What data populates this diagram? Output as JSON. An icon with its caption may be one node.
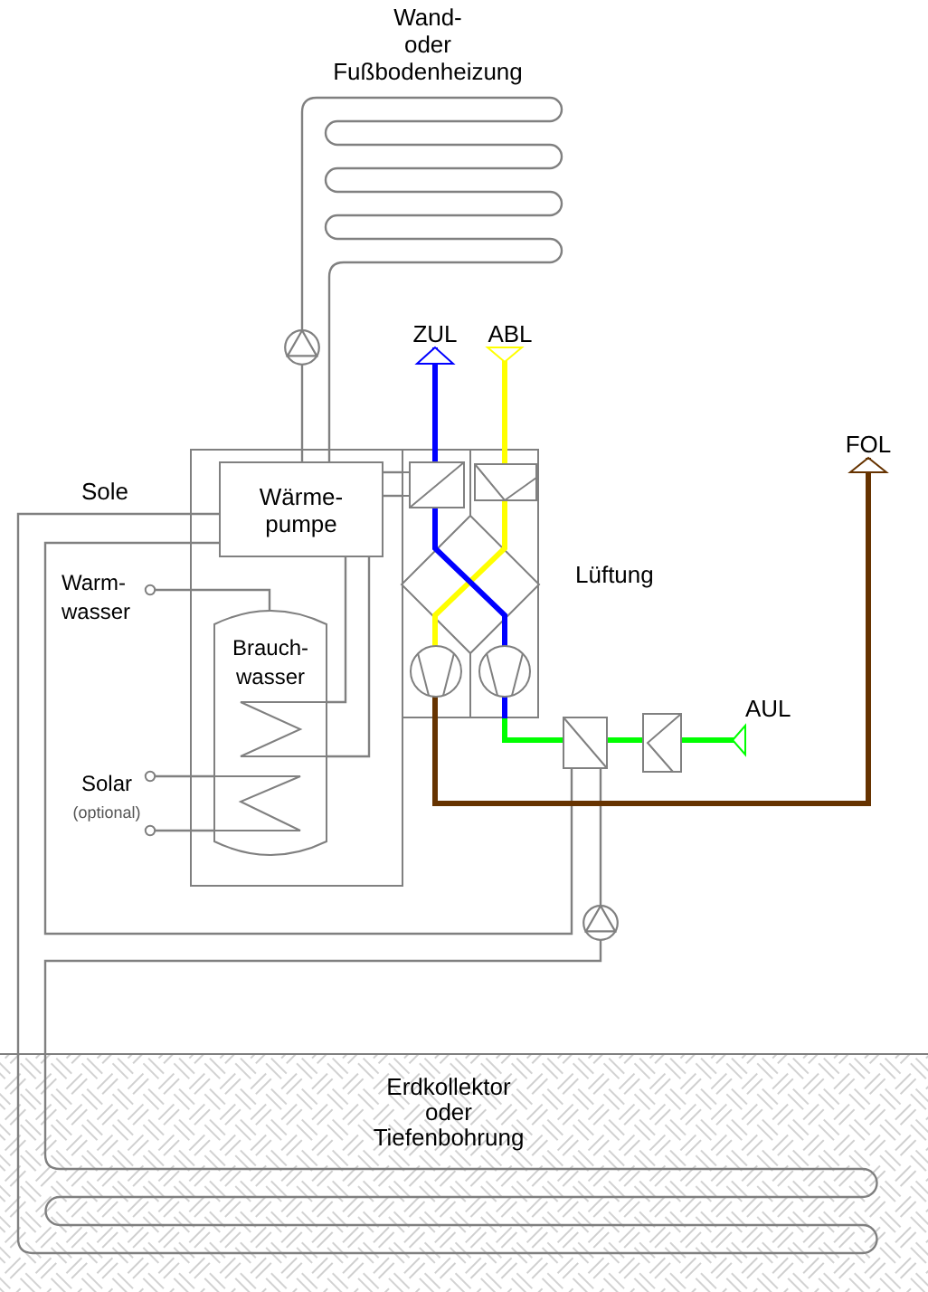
{
  "diagram": {
    "nodes": [
      {
        "text": [
          "Wand- oder Fußbodenheizung"
        ]
      },
      {
        "text": [
          "ZUL"
        ]
      },
      {
        "text": [
          "ABL"
        ]
      },
      {
        "text": [
          "FOL"
        ]
      },
      {
        "text": [],
        "shape": "box"
      },
      {
        "text": [
          "Wärme- pumpe"
        ],
        "in": 4
      },
      {
        "text": [],
        "shape": "box",
        "beside": [
          "Lüftung"
        ]
      },
      {
        "text": [
          "Warm- wasser"
        ]
      },
      {
        "text": [
          "Brauch- wasser"
        ],
        "in": 4
      },
      {
        "text": [
          "AUL"
        ]
      },
      {
        "text": [],
        "shape": "box"
      },
      {
        "text": [],
        "shape": "box"
      },
      {
        "text": [
          "Solar",
          "(optional)"
        ]
      },
      {
        "text": [],
        "shape": "picture",
        "beside": [
          "Erdkollektor oder Tiefenbohrung"
        ]
      }
    ],
    "edges": [
      {
        "from": 5,
        "to": 0,
        "arrow": "to"
      },
      {
        "from": 5,
        "to": 0,
        "arrow": "none"
      },
      {
        "from": 6,
        "to": 1,
        "arrow": "to",
        "style": "thick",
        "color": "#0000ff"
      },
      {
        "from": 6,
        "to": 2,
        "arrow": "other",
        "style": "thick",
        "color": "#ffff00"
      },
      {
        "from": 6,
        "to": 3,
        "arrow": "to",
        "style": "thick",
        "color": "#663300"
      },
      {
        "from": 5,
        "to": 6,
        "arrow": "none"
      },
      {
        "from": 5,
        "to": 6,
        "arrow": "none"
      },
      {
        "from": 5,
        "to": 13,
        "arrow": "none"
      },
      {
        "from": 5,
        "to": 10,
        "arrow": "none"
      },
      {
        "from": 13,
        "to": 10,
        "arrow": "to"
      },
      {
        "from": 8,
        "to": 7,
        "arrow": "other"
      },
      {
        "from": 5,
        "to": 8,
        "arrow": "none"
      },
      {
        "from": 5,
        "to": 8,
        "arrow": "none"
      },
      {
        "from": 6,
        "to": 10,
        "arrow": "none",
        "style": "thick",
        "color": "#00ff00"
      },
      {
        "from": 10,
        "to": 11,
        "arrow": "none",
        "style": "thick",
        "color": "#00ff00"
      },
      {
        "from": 11,
        "to": 9,
        "arrow": "other",
        "style": "thick",
        "color": "#00ff00"
      },
      {
        "from": 8,
        "to": 12,
        "arrow": "other"
      },
      {
        "from": 8,
        "to": 12,
        "arrow": "other"
      }
    ],
    "labels": [
      "Sole"
    ]
  }
}
